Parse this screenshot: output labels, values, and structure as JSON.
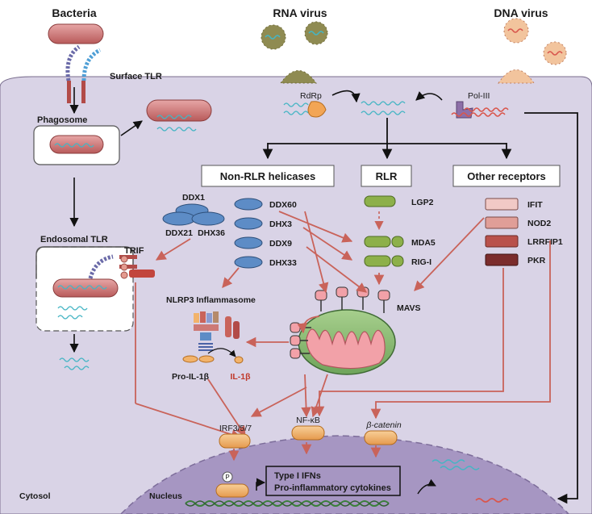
{
  "top": {
    "bacteria": "Bacteria",
    "rna_virus": "RNA virus",
    "dna_virus": "DNA virus",
    "surface_tlr": "Surface TLR"
  },
  "left": {
    "phagosome": "Phagosome",
    "endosomal_tlr": "Endosomal TLR",
    "trif": "TRIF"
  },
  "enzymes": {
    "rdrp": "RdRp",
    "pol3": "Pol-III"
  },
  "categories": {
    "non_rlr": "Non-RLR helicases",
    "rlr": "RLR",
    "other": "Other receptors"
  },
  "ddx_cluster": {
    "ddx1": "DDX1",
    "ddx21": "DDX21",
    "dhx36": "DHX36"
  },
  "helicases": [
    "DDX60",
    "DHX3",
    "DDX9",
    "DHX33"
  ],
  "rlrs": [
    "LGP2",
    "MDA5",
    "RIG-I"
  ],
  "other_receptors": [
    "IFIT",
    "NOD2",
    "LRRFIP1",
    "PKR"
  ],
  "colors": {
    "cell": "#d9d3e6",
    "nucleus": "#a696c2",
    "helicase": "#5d8cc6",
    "rlr": "#8db04a",
    "tf": "#f2b36b",
    "arrow_red": "#c9635a",
    "receptor_ifit": "#f1c9c6",
    "receptor_nod2": "#e09e98",
    "receptor_lrrfip1": "#b9514b",
    "receptor_pkr": "#7b2c2c"
  },
  "inflammasome": {
    "title": "NLRP3 Inflammasome",
    "pro_il": "Pro-IL-1β",
    "il": "IL-1β"
  },
  "mavs": "MAVS",
  "tfs": {
    "irf": "IRF3/5/7",
    "nfkb": "NF-κB",
    "bcat": "β-catenin"
  },
  "nucleus": {
    "label": "Nucleus",
    "phospho": "P",
    "out1": "Type I IFNs",
    "out2": "Pro-inflammatory cytokines"
  },
  "cytosol": "Cytosol"
}
